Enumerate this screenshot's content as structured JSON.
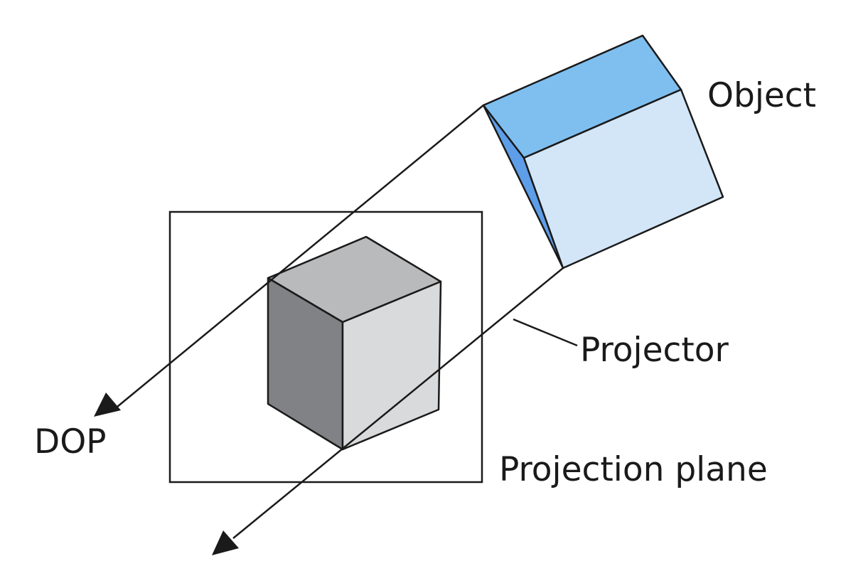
{
  "labels": {
    "object": "Object",
    "projector": "Projector",
    "dop": "DOP",
    "projection_plane": "Projection plane"
  },
  "colors": {
    "object_top": "#7fbff0",
    "object_side": "#5e9ee8",
    "object_front": "#d3e6f8",
    "image_top": "#b9babc",
    "image_left": "#808285",
    "image_right": "#d9dadb",
    "stroke": "#1a1a1a"
  }
}
